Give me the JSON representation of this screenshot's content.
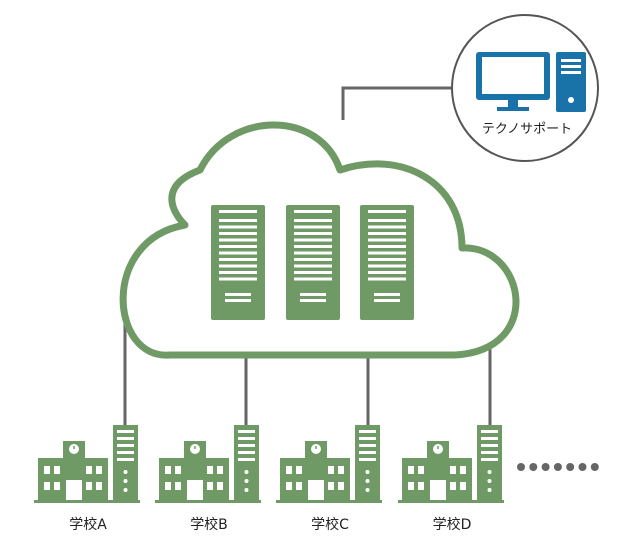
{
  "support": {
    "label": "テクノサポート",
    "icon": "desktop-computer-icon"
  },
  "cloud": {
    "icon": "cloud-icon",
    "servers": [
      "server-rack-icon",
      "server-rack-icon",
      "server-rack-icon"
    ]
  },
  "schools": [
    {
      "label": "学校A"
    },
    {
      "label": "学校B"
    },
    {
      "label": "学校C"
    },
    {
      "label": "学校D"
    }
  ],
  "more_indicator_icon": "ellipsis-dots-icon",
  "colors": {
    "green": "#6f9a66",
    "cloud_fill": "#ffffff",
    "line": "#666666",
    "monitor": "#1a73a8"
  }
}
